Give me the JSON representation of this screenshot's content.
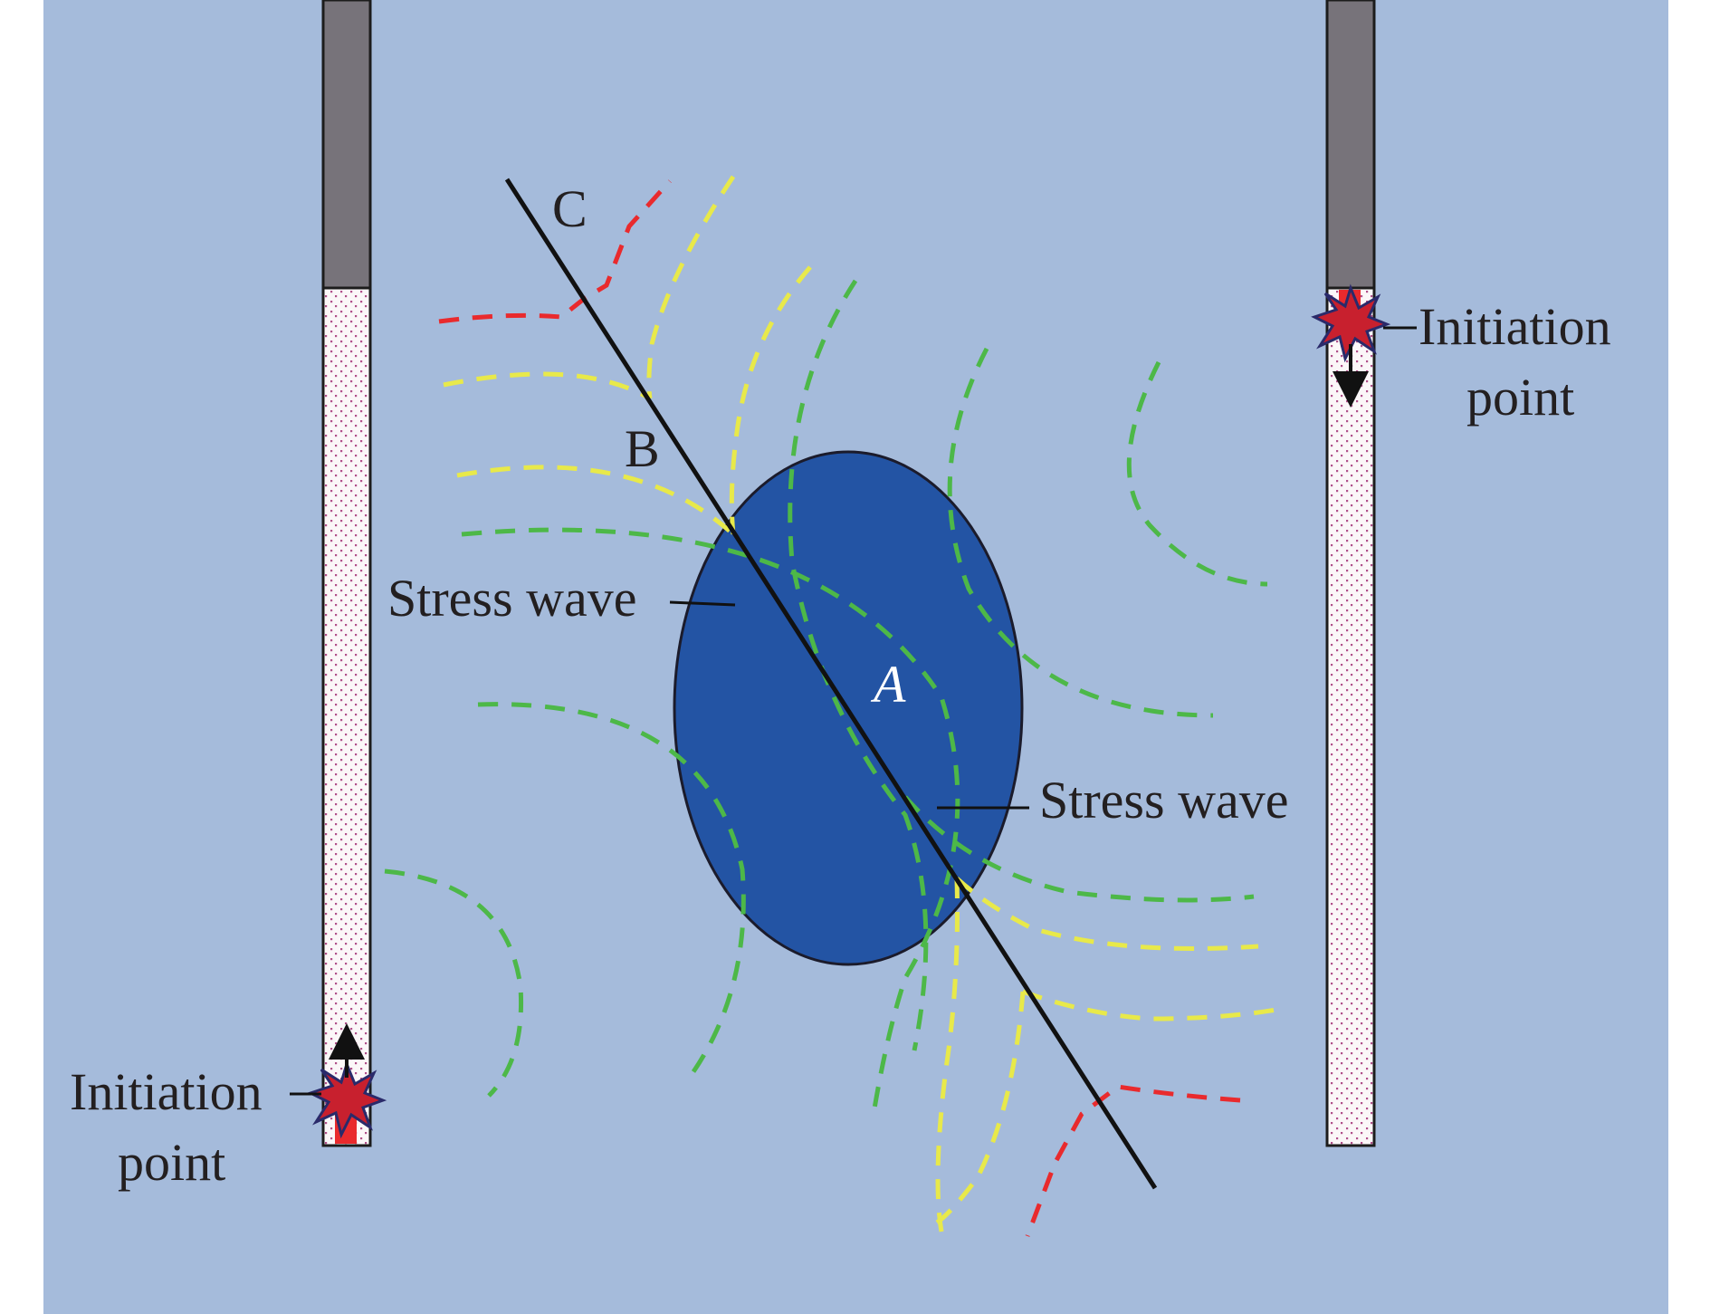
{
  "labels": {
    "point_a": "A",
    "point_b": "B",
    "point_c": "C",
    "stress_wave_left": "Stress wave",
    "stress_wave_right": "Stress wave",
    "initiation_left_line1": "Initiation",
    "initiation_left_line2": "point",
    "initiation_right_line1": "Initiation",
    "initiation_right_line2": "point"
  },
  "colors": {
    "background": "#a5bbdb",
    "inclusion": "#2354a4",
    "stemming": "#77737a",
    "wave_green": "#4db848",
    "wave_yellow": "#e8e94a",
    "wave_red": "#e92a2d",
    "explosion": "#c8202e",
    "crack_line": "#111111"
  }
}
